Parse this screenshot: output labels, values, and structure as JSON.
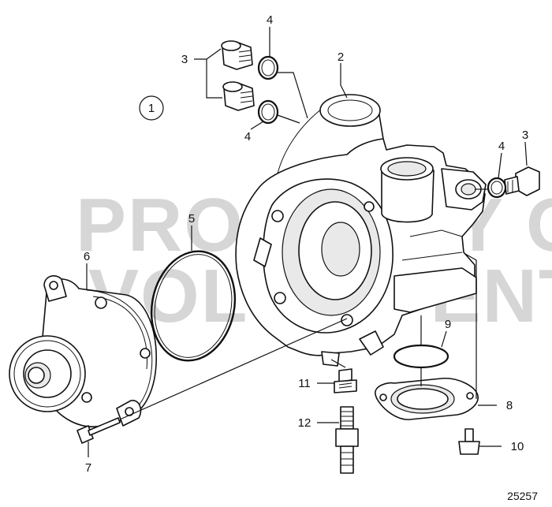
{
  "watermark": {
    "line1": "PROPERTY OF",
    "line2": "VOLVO PENTA"
  },
  "figure_number": "25257",
  "group_marker": "1",
  "callouts": {
    "c2": "2",
    "c3_top": "3",
    "c3_right": "3",
    "c4_top": "4",
    "c4_mid": "4",
    "c4_right": "4",
    "c5": "5",
    "c6": "6",
    "c7": "7",
    "c8": "8",
    "c9": "9",
    "c10": "10",
    "c11": "11",
    "c12": "12"
  }
}
